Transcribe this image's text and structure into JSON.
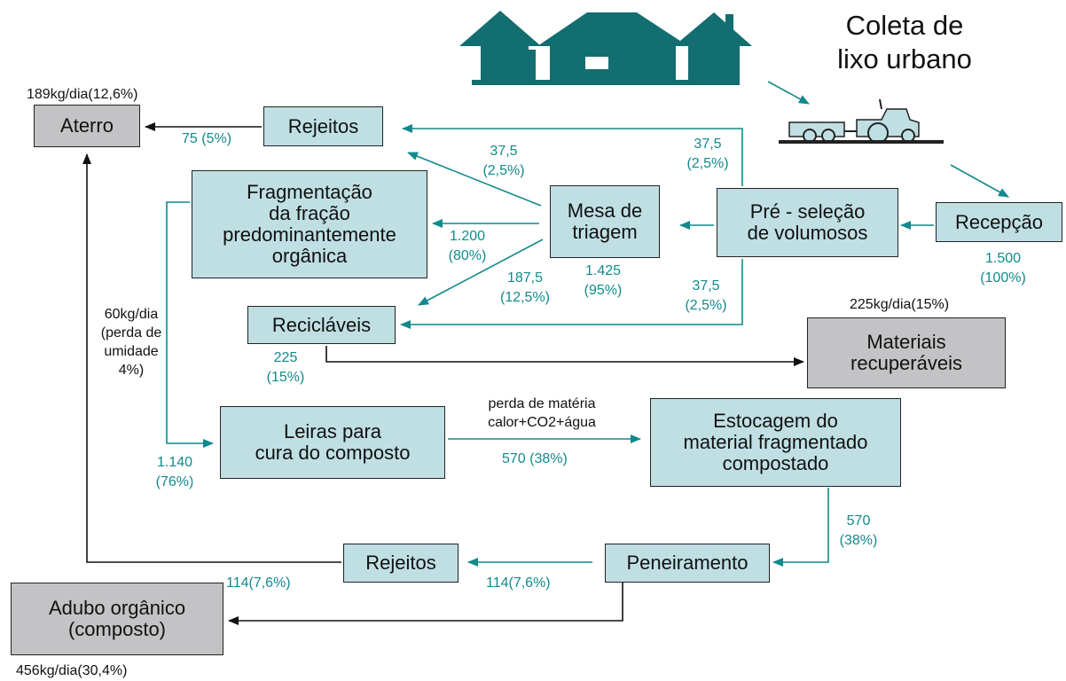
{
  "colors": {
    "teal": "#12898c",
    "box_fill": "#bfdfe3",
    "gray_fill": "#c3c3c6",
    "house": "#126e70"
  },
  "icons": [
    "houses-icon",
    "tractor-trailer-icon"
  ],
  "title": {
    "line1": "Coleta de",
    "line2": "lixo urbano"
  },
  "nodes": {
    "recepcao": "Recepção",
    "pre_selecao": {
      "line1": "Pré - seleção",
      "line2": "de volumosos"
    },
    "mesa": {
      "line1": "Mesa de",
      "line2": "triagem"
    },
    "fragmentacao": {
      "line1": "Fragmentação",
      "line2": "da fração",
      "line3": "predominantemente",
      "line4": "orgânica"
    },
    "rejeitos_top": "Rejeitos",
    "aterro": "Aterro",
    "reciclaveis": "Recicláveis",
    "materiais": {
      "line1": "Materiais",
      "line2": "recuperáveis"
    },
    "leiras": {
      "line1": "Leiras para",
      "line2": "cura do composto"
    },
    "estocagem": {
      "line1": "Estocagem do",
      "line2": "material fragmentado",
      "line3": "compostado"
    },
    "peneiramento": "Peneiramento",
    "rejeitos_bottom": "Rejeitos",
    "adubo": {
      "line1": "Adubo orgânico",
      "line2": "(composto)"
    }
  },
  "labels": {
    "aterro_total": "189kg/dia(12,6%)",
    "rej_aterro": "75 (5%)",
    "mesa_rej": {
      "line1": "37,5",
      "line2": "(2,5%)"
    },
    "pre_rej": {
      "line1": "37,5",
      "line2": "(2,5%)"
    },
    "mesa_frag": {
      "line1": "1.200",
      "line2": "(80%)"
    },
    "mesa_recic": {
      "line1": "187,5",
      "line2": "(12,5%)"
    },
    "mesa_total": {
      "line1": "1.425",
      "line2": "(95%)"
    },
    "pre_recic": {
      "line1": "37,5",
      "line2": "(2,5%)"
    },
    "recepcao_total": {
      "line1": "1.500",
      "line2": "(100%)"
    },
    "materiais_total": "225kg/dia(15%)",
    "recic_total": {
      "line1": "225",
      "line2": "(15%)"
    },
    "perda_umidade": {
      "line1": "60kg/dia",
      "line2": "(perda de",
      "line3": "umidade",
      "line4": "4%)"
    },
    "frag_leiras": {
      "line1": "1.140",
      "line2": "(76%)"
    },
    "perda_materia": {
      "line1": "perda de matéria",
      "line2": "calor+CO2+água"
    },
    "leiras_estoc": "570 (38%)",
    "estoc_pen": {
      "line1": "570",
      "line2": "(38%)"
    },
    "pen_rej": "114(7,6%)",
    "rej_aterro_bottom": "114(7,6%)",
    "adubo_total": "456kg/dia(30,4%)"
  }
}
